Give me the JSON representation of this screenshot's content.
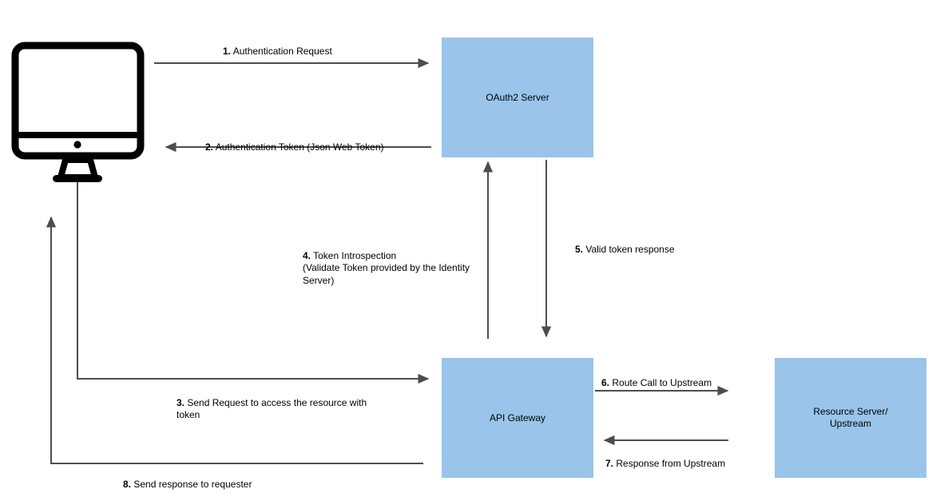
{
  "diagram": {
    "title": "OAuth2 API Gateway Authentication Flow",
    "background_color": "#ffffff",
    "node_fill_color": "#9AC4EA",
    "edge_color": "#4D4D4D",
    "text_color": "#000000",
    "icon_color": "#000000"
  },
  "nodes": {
    "client": {
      "icon": "desktop-monitor-icon",
      "label": ""
    },
    "oauth2_server": {
      "label": "OAuth2 Server"
    },
    "api_gateway": {
      "label": "API Gateway"
    },
    "resource_server": {
      "label_line_1": "Resource Server/",
      "label_line_2": "Upstream"
    }
  },
  "edges": [
    {
      "id": "step-1",
      "number": "1.",
      "text": " Authentication Request",
      "from": "client",
      "to": "oauth2_server",
      "direction": "right"
    },
    {
      "id": "step-2",
      "number": "2.",
      "text": " Authentication Token (Json Web Token)",
      "from": "oauth2_server",
      "to": "client",
      "direction": "left"
    },
    {
      "id": "step-3",
      "number": "3.",
      "text": " Send Request to access the resource with\ntoken",
      "from": "client",
      "to": "api_gateway",
      "direction": "right"
    },
    {
      "id": "step-4",
      "number": "4.",
      "text": " Token Introspection\n(Validate Token provided by the Identity\nServer)",
      "from": "api_gateway",
      "to": "oauth2_server",
      "direction": "up"
    },
    {
      "id": "step-5",
      "number": "5.",
      "text": " Valid token response",
      "from": "oauth2_server",
      "to": "api_gateway",
      "direction": "down"
    },
    {
      "id": "step-6",
      "number": "6.",
      "text": " Route Call to Upstream",
      "from": "api_gateway",
      "to": "resource_server",
      "direction": "right"
    },
    {
      "id": "step-7",
      "number": "7.",
      "text": " Response from Upstream",
      "from": "resource_server",
      "to": "api_gateway",
      "direction": "left"
    },
    {
      "id": "step-8",
      "number": "8.",
      "text": " Send response to requester",
      "from": "api_gateway",
      "to": "client",
      "direction": "left"
    }
  ]
}
